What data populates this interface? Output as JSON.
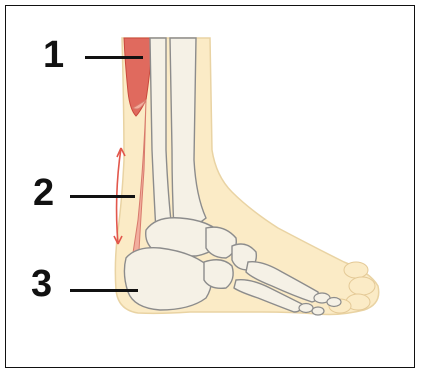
{
  "labels": [
    {
      "id": "1",
      "text": "1"
    },
    {
      "id": "2",
      "text": "2"
    },
    {
      "id": "3",
      "text": "3"
    }
  ],
  "colors": {
    "skin": "#FBEBC6",
    "skin_edge": "#E9D3A3",
    "bone": "#F5F1E6",
    "bone_outline": "#8C8C8C",
    "muscle": "#E06A5E",
    "tendon": "#F2AE9E",
    "arrow": "#E2574C",
    "leader": "#111111",
    "frame": "#111111"
  },
  "icons": {
    "motion_arrow": "double-headed-curved-arrow"
  }
}
